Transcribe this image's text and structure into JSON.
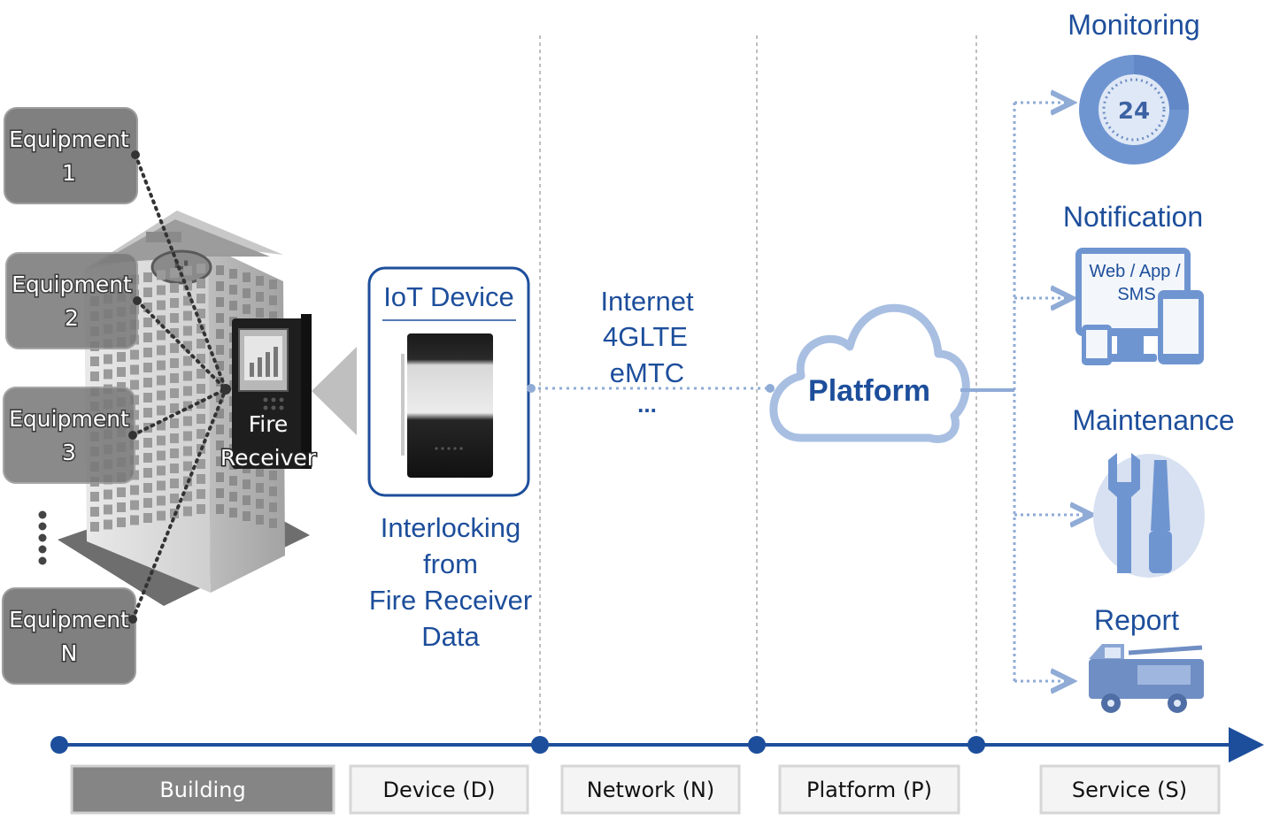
{
  "equipment": [
    {
      "line1": "Equipment",
      "line2": "1"
    },
    {
      "line1": "Equipment",
      "line2": "2"
    },
    {
      "line1": "Equipment",
      "line2": "3"
    },
    {
      "line1": "Equipment",
      "line2": "N"
    }
  ],
  "fire_receiver": {
    "line1": "Fire",
    "line2": "Receiver"
  },
  "iot_device": {
    "title": "IoT Device",
    "caption": [
      "Interlocking",
      "from",
      "Fire Receiver",
      "Data"
    ]
  },
  "network": {
    "lines": [
      "Internet",
      "4GLTE",
      "eMTC",
      "..."
    ]
  },
  "platform": {
    "label": "Platform"
  },
  "services": {
    "monitoring": {
      "title": "Monitoring",
      "icon": "clock-24-icon",
      "badge": "24"
    },
    "notification": {
      "title": "Notification",
      "icon": "devices-icon",
      "screen_line1": "Web / App /",
      "screen_line2": "SMS"
    },
    "maintenance": {
      "title": "Maintenance",
      "icon": "wrench-screwdriver-icon"
    },
    "report": {
      "title": "Report",
      "icon": "fire-truck-icon"
    }
  },
  "stages": [
    {
      "label": "Building",
      "active": true
    },
    {
      "label": "Device (D)",
      "active": false
    },
    {
      "label": "Network (N)",
      "active": false
    },
    {
      "label": "Platform (P)",
      "active": false
    },
    {
      "label": "Service (S)",
      "active": false
    }
  ],
  "colors": {
    "blue": "#1d4e9b",
    "light_blue": "#9bb3d8",
    "gray_box": "#7a7a7a",
    "stage_active": "#858585",
    "stage_box": "#ececec"
  }
}
